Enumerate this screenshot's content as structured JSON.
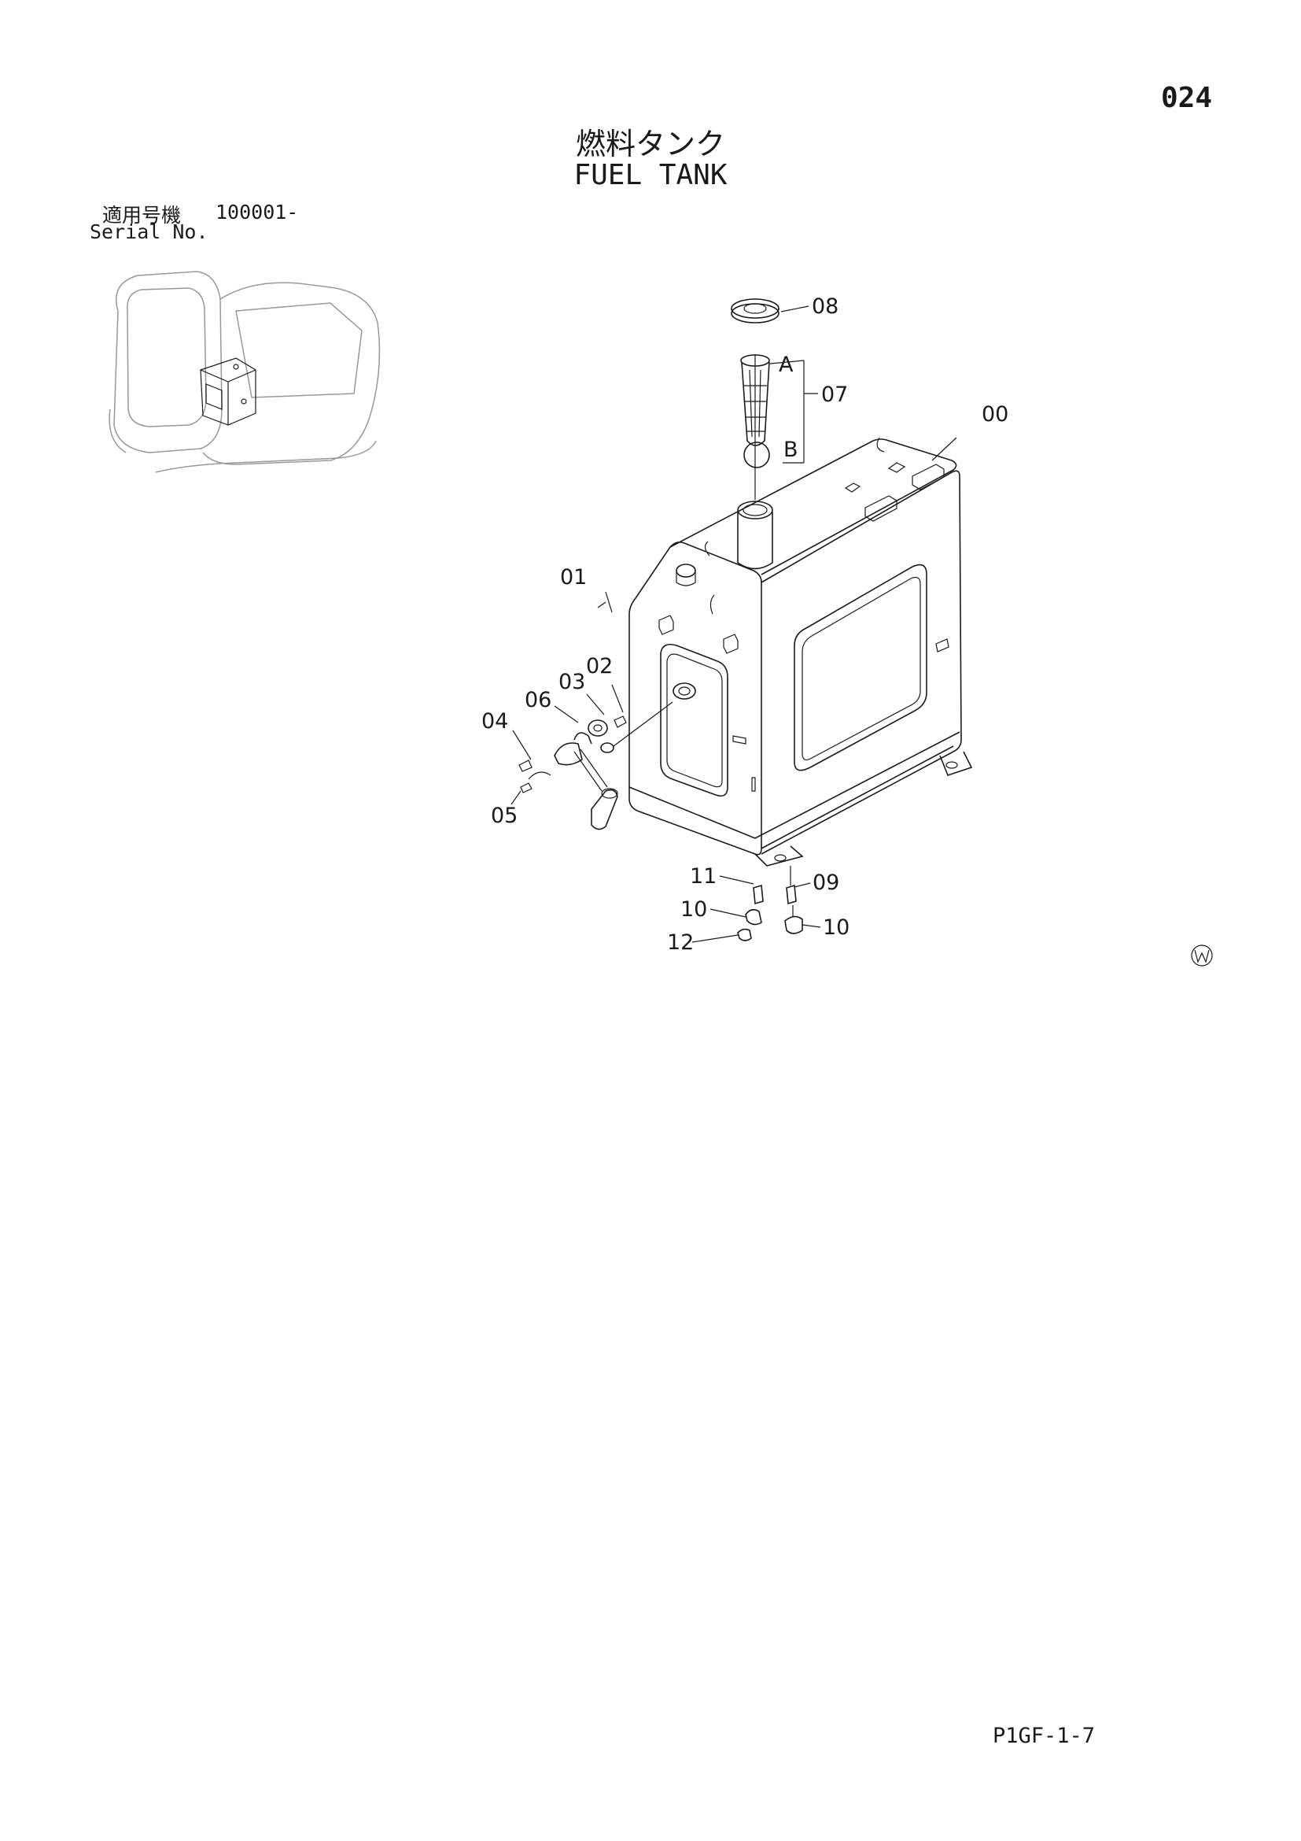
{
  "page_number": "024",
  "title_jp": "燃料タンク",
  "title_en": "FUEL TANK",
  "serial": {
    "label_jp": "適用号機",
    "label_en": "Serial No.",
    "value": "100001-"
  },
  "callouts": {
    "c00": "00",
    "c01": "01",
    "c02": "02",
    "c03": "03",
    "c04": "04",
    "c05": "05",
    "c06": "06",
    "c07": "07",
    "c08": "08",
    "c09": "09",
    "c10a": "10",
    "c10b": "10",
    "c11": "11",
    "c12": "12",
    "cA": "A",
    "cB": "B"
  },
  "page_code": "P1GF-1-7"
}
